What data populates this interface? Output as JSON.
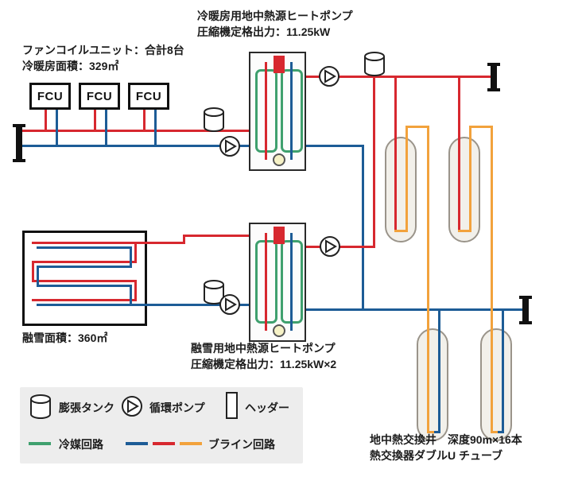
{
  "colors": {
    "red": "#d7282f",
    "blue": "#1d5c96",
    "green": "#3fa06e",
    "orange": "#f2a23c"
  },
  "annotations": {
    "hp1_title": "冷暖房用地中熱源ヒートポンプ",
    "hp1_spec": "圧縮機定格出力：11.25kW",
    "fcu_count": "ファンコイルユニット：合計8台",
    "fcu_area": "冷暖房面積：329㎡",
    "snow_area": "融雪面積：360㎡",
    "hp2_title": "融雪用地中熱源ヒートポンプ",
    "hp2_spec": "圧縮機定格出力：11.25kW×2",
    "wells_spec": "地中熱交換井　深度90m×16本",
    "wells_type": "熱交換器ダブルU チューブ"
  },
  "fcu": {
    "label": "FCU"
  },
  "legend": {
    "expansion_tank": "膨張タンク",
    "circulation_pump": "循環ポンプ",
    "header": "ヘッダー",
    "refrigerant_circuit": "冷媒回路",
    "brine_circuit": "ブライン回路"
  }
}
